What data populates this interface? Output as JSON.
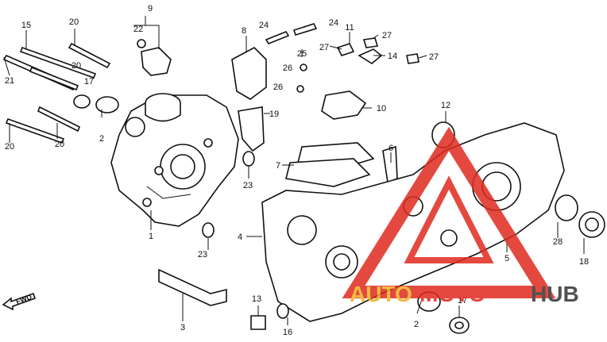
{
  "callouts": [
    {
      "label": "9"
    },
    {
      "label": "22"
    },
    {
      "label": "20"
    },
    {
      "label": "15"
    },
    {
      "label": "20"
    },
    {
      "label": "21"
    },
    {
      "label": "17"
    },
    {
      "label": "2"
    },
    {
      "label": "20"
    },
    {
      "label": "20"
    },
    {
      "label": "1"
    },
    {
      "label": "23"
    },
    {
      "label": "23"
    },
    {
      "label": "3"
    },
    {
      "label": "8"
    },
    {
      "label": "24"
    },
    {
      "label": "24"
    },
    {
      "label": "25"
    },
    {
      "label": "19"
    },
    {
      "label": "26"
    },
    {
      "label": "26"
    },
    {
      "label": "27"
    },
    {
      "label": "11"
    },
    {
      "label": "27"
    },
    {
      "label": "14"
    },
    {
      "label": "27"
    },
    {
      "label": "10"
    },
    {
      "label": "7"
    },
    {
      "label": "6"
    },
    {
      "label": "12"
    },
    {
      "label": "4"
    },
    {
      "label": "13"
    },
    {
      "label": "16"
    },
    {
      "label": "2"
    },
    {
      "label": "17"
    },
    {
      "label": "5"
    },
    {
      "label": "28"
    },
    {
      "label": "18"
    }
  ],
  "fwd_label": "FWD",
  "watermark": {
    "part1": "AUTO",
    "part2": "MOTO",
    "part3": "HUB",
    "color_accent": "#e02a1e",
    "color_gold": "#f0b020",
    "color_dark": "#333333"
  }
}
